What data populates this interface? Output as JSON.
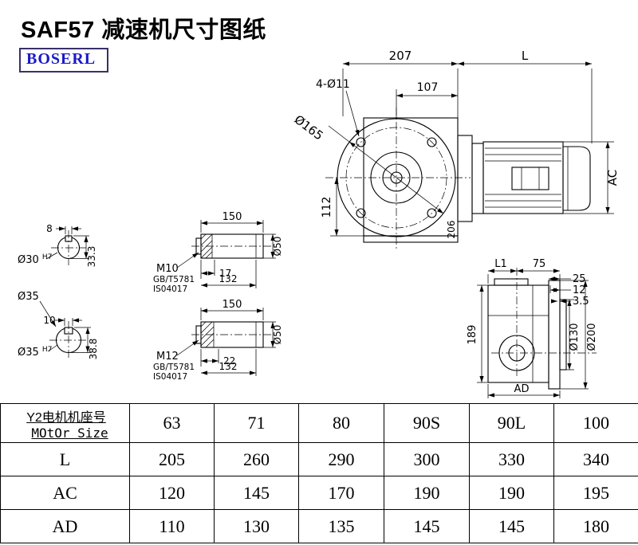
{
  "page": {
    "title": "SAF57 减速机尺寸图纸",
    "logo": "BOSERL"
  },
  "colors": {
    "logo_text": "#1a1ac8",
    "logo_border": "#38306a",
    "line": "#000000"
  },
  "main_view": {
    "dim_total_width": "207",
    "dim_motor_len": "L",
    "dim_107": "107",
    "bolt_holes": "4-Ø11",
    "flange_dia": "Ø165",
    "dim_112": "112",
    "dim_ac": "AC",
    "dim_206": "206"
  },
  "side_view": {
    "dim_l1": "L1",
    "dim_75": "75",
    "dim_25": "25",
    "dim_12": "12",
    "dim_3_5": "3.5",
    "dim_189": "189",
    "dia_130": "Ø130",
    "dia_200": "Ø200",
    "dim_ad": "AD"
  },
  "shaft_top_section": {
    "key_width": "8",
    "bore": "Ø30",
    "tol": "H7",
    "depth": "33.3"
  },
  "shaft_bottom_section": {
    "key_width": "10",
    "bore": "Ø35",
    "tol": "H7",
    "depth": "38.8",
    "shaft_dia": "Ø35"
  },
  "shaft_top_profile": {
    "len": "150",
    "thread": "M10",
    "std1": "GB/T5781",
    "std2": "IS04017",
    "dim_a": "17",
    "dim_b": "132",
    "dia": "Ø50"
  },
  "shaft_bottom_profile": {
    "len": "150",
    "thread": "M12",
    "std1": "GB/T5781",
    "std2": "IS04017",
    "dim_a": "22",
    "dim_b": "132",
    "dia": "Ø50"
  },
  "table": {
    "header": {
      "label_line1": "Y2电机机座号",
      "label_line2": "MOtOr Size",
      "sizes": [
        "63",
        "71",
        "80",
        "90S",
        "90L",
        "100"
      ]
    },
    "rows": [
      {
        "label": "L",
        "values": [
          "205",
          "260",
          "290",
          "300",
          "330",
          "340"
        ]
      },
      {
        "label": "AC",
        "values": [
          "120",
          "145",
          "170",
          "190",
          "190",
          "195"
        ]
      },
      {
        "label": "AD",
        "values": [
          "110",
          "130",
          "135",
          "145",
          "145",
          "180"
        ]
      }
    ]
  }
}
